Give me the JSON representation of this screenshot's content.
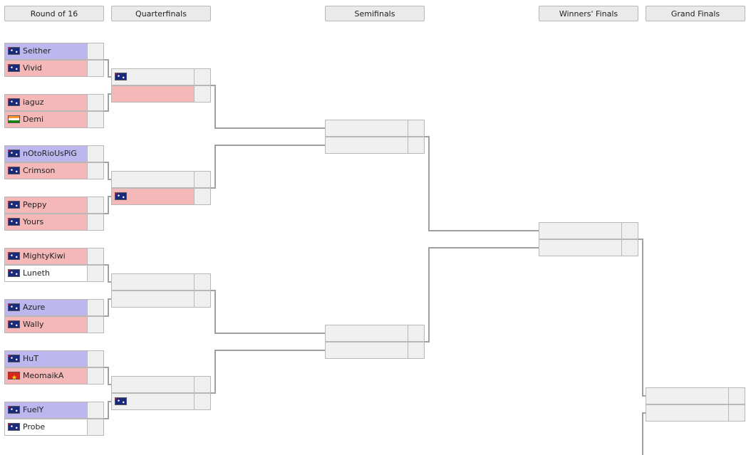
{
  "headers": [
    "Round of 16",
    "Quarterfinals",
    "Semifinals",
    "Winners' Finals",
    "Grand Finals"
  ],
  "colors": {
    "win": "#bcb7ef",
    "lose": "#f4b8b8",
    "advance": "#b8f0b8",
    "empty": "#f0f0f0",
    "line": "#a0a0a0"
  },
  "matches": [
    {
      "round": 0,
      "slots": [
        {
          "name": "Seither",
          "flag": "au",
          "state": "win"
        },
        {
          "name": "Vivid",
          "flag": "au",
          "state": "lose"
        }
      ]
    },
    {
      "round": 0,
      "slots": [
        {
          "name": "iaguz",
          "flag": "au",
          "state": "lose"
        },
        {
          "name": "Demi",
          "flag": "in",
          "state": "lose"
        }
      ]
    },
    {
      "round": 0,
      "slots": [
        {
          "name": "nOtoRioUsPiG",
          "flag": "au",
          "state": "win"
        },
        {
          "name": "Crimson",
          "flag": "au",
          "state": "lose"
        }
      ]
    },
    {
      "round": 0,
      "slots": [
        {
          "name": "Peppy",
          "flag": "au",
          "state": "lose"
        },
        {
          "name": "Yours",
          "flag": "au",
          "state": "lose"
        }
      ]
    },
    {
      "round": 0,
      "slots": [
        {
          "name": "MightyKiwi",
          "flag": "au",
          "state": "lose"
        },
        {
          "name": "Luneth",
          "flag": "au",
          "state": "advance"
        }
      ]
    },
    {
      "round": 0,
      "slots": [
        {
          "name": "Azure",
          "flag": "au",
          "state": "win"
        },
        {
          "name": "Wally",
          "flag": "au",
          "state": "lose"
        }
      ]
    },
    {
      "round": 0,
      "slots": [
        {
          "name": "HuT",
          "flag": "au",
          "state": "win"
        },
        {
          "name": "MeomaikA",
          "flag": "vn",
          "state": "lose"
        }
      ]
    },
    {
      "round": 0,
      "slots": [
        {
          "name": "FuelY",
          "flag": "au",
          "state": "win"
        },
        {
          "name": "Probe",
          "flag": "au",
          "state": "advance"
        }
      ]
    },
    {
      "round": 1,
      "slots": [
        {
          "name": "",
          "flag": "au",
          "state": "empty"
        },
        {
          "name": "",
          "flag": "",
          "state": "lose"
        }
      ]
    },
    {
      "round": 1,
      "slots": [
        {
          "name": "",
          "flag": "",
          "state": "empty"
        },
        {
          "name": "",
          "flag": "au",
          "state": "lose"
        }
      ]
    },
    {
      "round": 1,
      "slots": [
        {
          "name": "",
          "flag": "",
          "state": "empty"
        },
        {
          "name": "",
          "flag": "",
          "state": "empty"
        }
      ]
    },
    {
      "round": 1,
      "slots": [
        {
          "name": "",
          "flag": "",
          "state": "empty"
        },
        {
          "name": "",
          "flag": "au",
          "state": "empty"
        }
      ]
    },
    {
      "round": 2,
      "slots": [
        {
          "name": "",
          "flag": "",
          "state": "empty"
        },
        {
          "name": "",
          "flag": "",
          "state": "empty"
        }
      ]
    },
    {
      "round": 2,
      "slots": [
        {
          "name": "",
          "flag": "",
          "state": "empty"
        },
        {
          "name": "",
          "flag": "",
          "state": "empty"
        }
      ]
    },
    {
      "round": 3,
      "slots": [
        {
          "name": "",
          "flag": "",
          "state": "empty"
        },
        {
          "name": "",
          "flag": "",
          "state": "empty"
        }
      ]
    },
    {
      "round": 4,
      "slots": [
        {
          "name": "",
          "flag": "",
          "state": "empty"
        },
        {
          "name": "",
          "flag": "",
          "state": "empty"
        }
      ]
    }
  ]
}
